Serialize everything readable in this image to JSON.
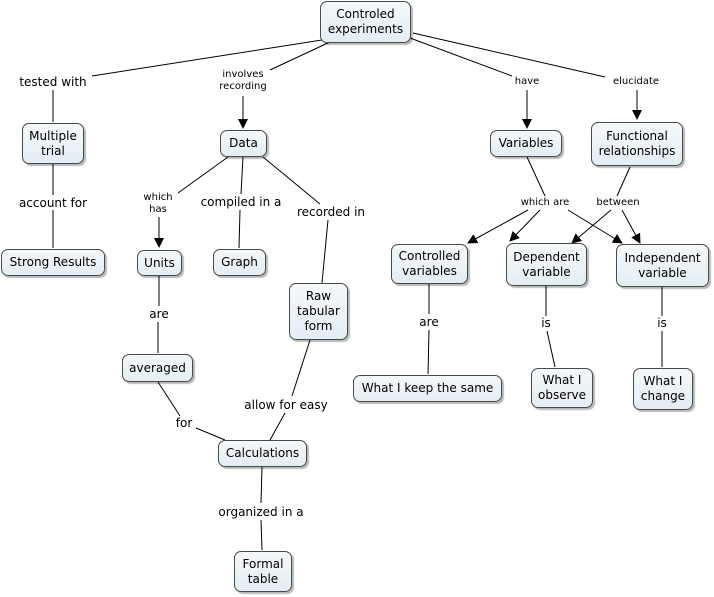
{
  "nodes": {
    "controled_experiments": "Controled\nexperiments",
    "multiple_trial": "Multiple\ntrial",
    "strong_results": "Strong Results",
    "data": "Data",
    "units": "Units",
    "graph": "Graph",
    "raw_tabular_form": "Raw\ntabular\nform",
    "averaged": "averaged",
    "calculations": "Calculations",
    "formal_table": "Formal\ntable",
    "variables": "Variables",
    "functional_relationships": "Functional\nrelationships",
    "controlled_variables": "Controlled\nvariables",
    "dependent_variable": "Dependent\nvariable",
    "independent_variable": "Independent\nvariable",
    "what_i_keep_the_same": "What I keep the same",
    "what_i_observe": "What I\nobserve",
    "what_i_change": "What I\nchange"
  },
  "links": {
    "tested_with": "tested with",
    "involves_recording": "involves\nrecording",
    "have": "have",
    "elucidate": "elucidate",
    "account_for": "account for",
    "which_has": "which\nhas",
    "compiled_in_a": "compiled in a",
    "recorded_in": "recorded in",
    "are_units": "are",
    "for": "for",
    "allow_for_easy": "allow for easy",
    "organized_in_a": "organized in a",
    "which_are": "which are",
    "between": "between",
    "are_controlled": "are",
    "is_dependent": "is",
    "is_independent": "is"
  },
  "colors": {
    "node_border": "#4a4a4a",
    "node_fill_top": "#f4f8fa",
    "node_fill_bottom": "#e3eef3",
    "line": "#000000"
  }
}
